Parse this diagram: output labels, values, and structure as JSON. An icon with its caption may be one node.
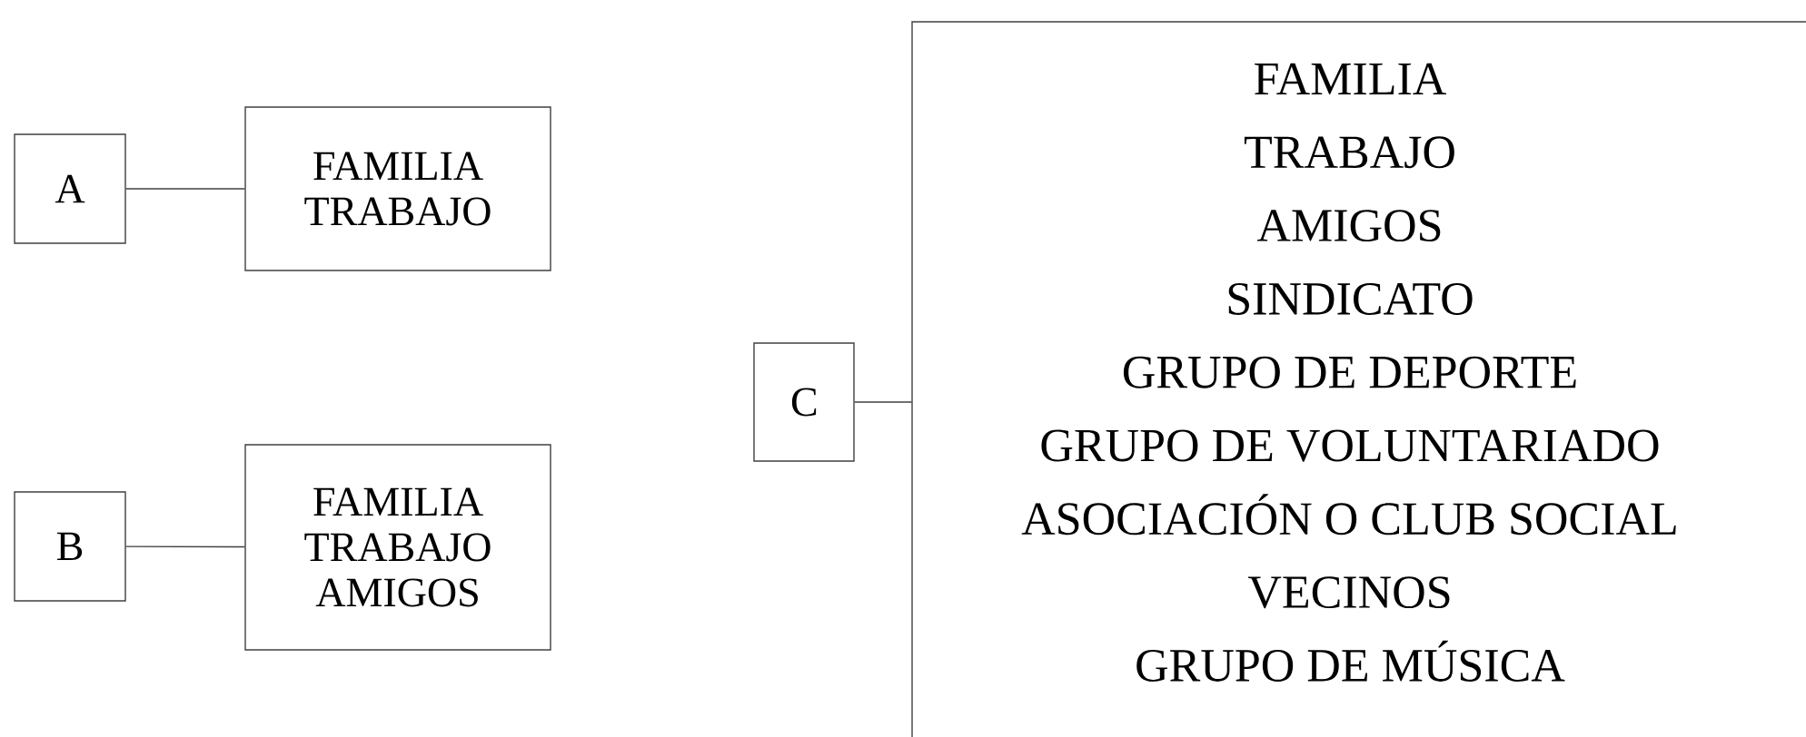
{
  "diagram": {
    "nodes": [
      {
        "text": [
          "A"
        ]
      },
      {
        "text": [
          "FAMILIA TRABAJO"
        ]
      },
      {
        "text": [
          "B"
        ]
      },
      {
        "text": [
          "FAMILIA TRABAJO AMIGOS"
        ]
      },
      {
        "text": [
          "C"
        ]
      },
      {
        "text": [
          "FAMILIA",
          "TRABAJO",
          "AMIGOS",
          "SINDICATO",
          "GRUPO DE DEPORTE",
          "GRUPO DE VOLUNTARIADO",
          "ASOCIACIÓN O CLUB SOCIAL",
          "VECINOS",
          "GRUPO DE MÚSICA"
        ]
      }
    ],
    "edges": [
      {
        "from": 0,
        "to": 1,
        "arrow": "none"
      },
      {
        "from": 2,
        "to": 3,
        "arrow": "none"
      },
      {
        "from": 4,
        "to": 5,
        "arrow": "none"
      }
    ]
  }
}
